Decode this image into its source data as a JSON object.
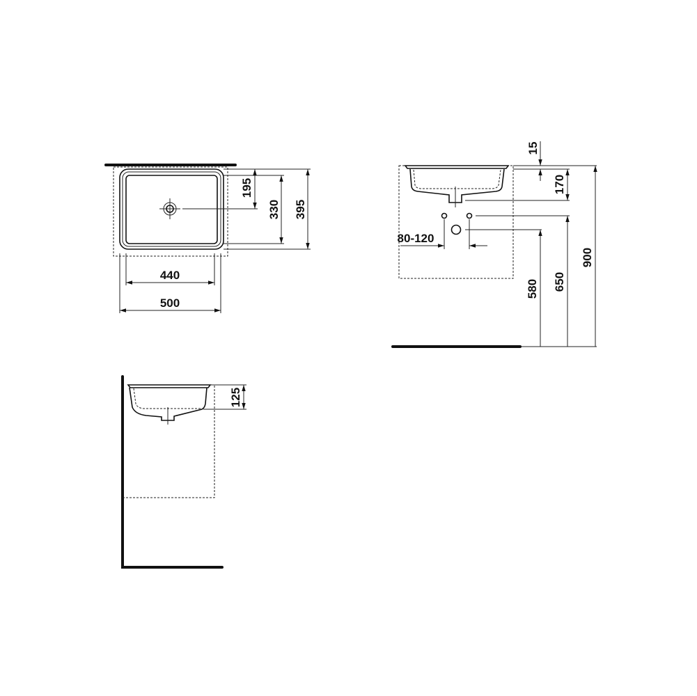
{
  "top_view": {
    "dims": {
      "d195": "195",
      "d330": "330",
      "d395": "395",
      "d440": "440",
      "d500": "500"
    }
  },
  "front_view": {
    "dims": {
      "d15": "15",
      "d170": "170",
      "d80_120": "80-120",
      "d580": "580",
      "d650": "650",
      "d900": "900"
    }
  },
  "side_view": {
    "dims": {
      "d125": "125"
    }
  },
  "colors": {
    "line": "#111111",
    "background": "#ffffff"
  }
}
